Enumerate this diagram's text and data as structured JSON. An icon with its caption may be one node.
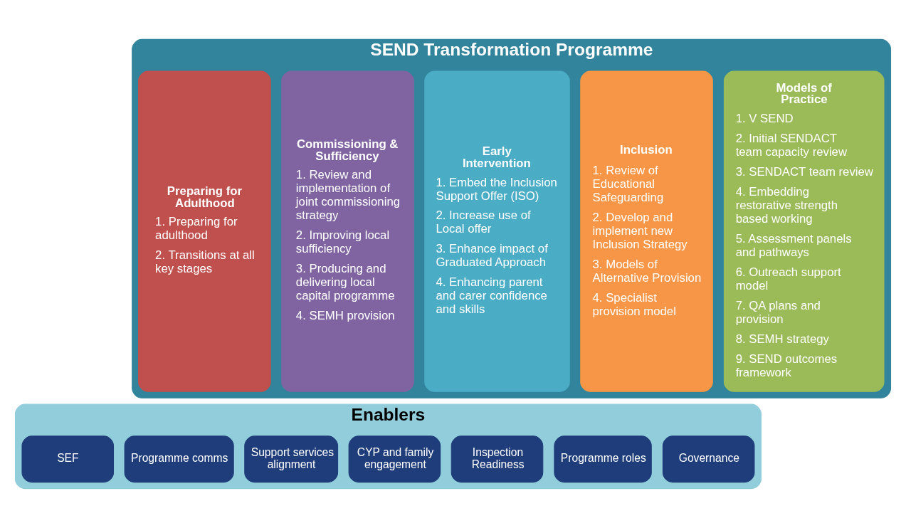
{
  "diagram": {
    "nodes": [
      {
        "text": [
          "SEND Transformation Programme"
        ]
      },
      {
        "text": [
          "Models of Practice",
          "1. V SEND",
          "2. Initial SENDACT team capacity review",
          "3. SENDACT team review",
          "4. Embedding restorative strength based working",
          "5. Assessment panels and pathways",
          "6. Outreach support model",
          "7. QA plans and provision",
          "8. SEMH strategy",
          "9. SEND outcomes framework"
        ],
        "in": 0
      },
      {
        "text": [
          "Inclusion",
          "1. Review of Educational Safeguarding",
          "2. Develop and implement new Inclusion Strategy",
          "3. Models of Alternative Provision",
          "4. Specialist provision model"
        ],
        "in": 0
      },
      {
        "text": [
          "Early Intervention",
          "1. Embed the Inclusion Support Offer (ISO)",
          "2. Increase use of Local offer",
          "3. Enhance impact of Graduated Approach",
          "4. Enhancing parent and carer confidence and skills"
        ],
        "in": 0
      },
      {
        "text": [
          "Commissioning & Sufficiency",
          "1. Review and implementation of joint commissioning strategy",
          "2. Improving local sufficiency",
          "3. Producing and delivering local capital programme",
          "4. SEMH provision"
        ],
        "in": 0
      },
      {
        "text": [
          "Preparing for Adulthood",
          "1. Preparing for adulthood",
          "2. Transitions at all key stages"
        ],
        "in": 0
      },
      {
        "text": [
          "Enablers"
        ]
      },
      {
        "text": [
          "Governance"
        ],
        "in": 6
      },
      {
        "text": [
          "Programme roles"
        ],
        "in": 6
      },
      {
        "text": [
          "Inspection Readiness"
        ],
        "in": 6
      },
      {
        "text": [
          "CYP and family engagement"
        ],
        "in": 6
      },
      {
        "text": [
          "Support services alignment"
        ],
        "in": 6
      },
      {
        "text": [
          "Programme comms"
        ],
        "in": 6
      },
      {
        "text": [
          "SEF"
        ],
        "in": 6
      }
    ],
    "edges": []
  }
}
